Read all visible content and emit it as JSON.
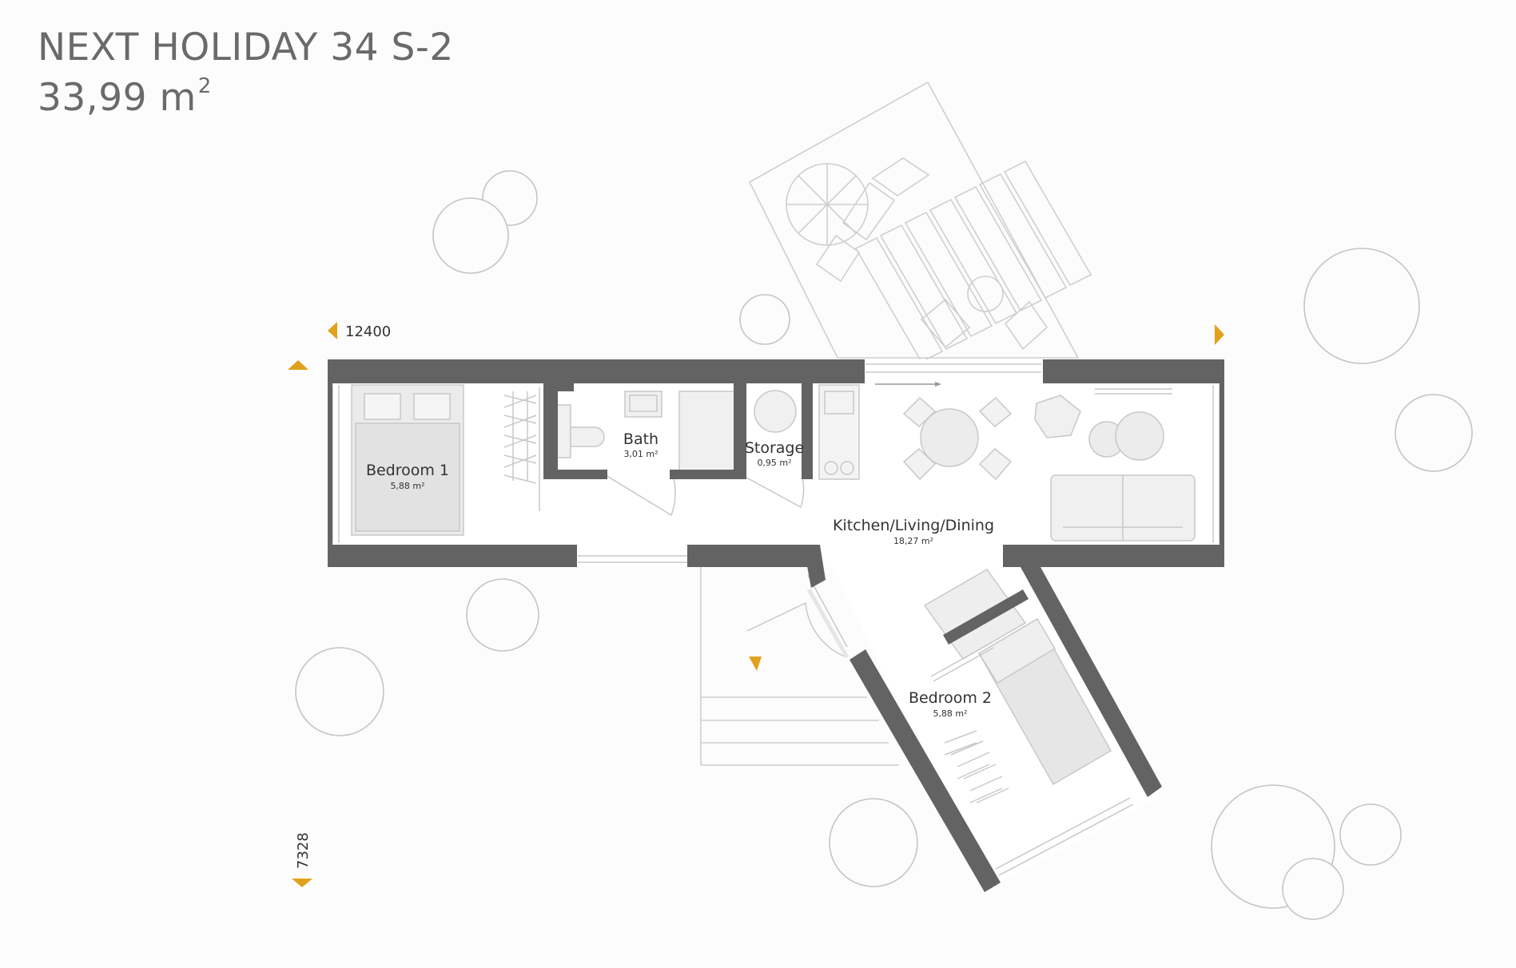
{
  "title": {
    "model": "NEXT HOLIDAY 34 S-2",
    "area_value": "33,99 m",
    "area_sup": "2"
  },
  "rooms": [
    {
      "name": "Bedroom 1",
      "area": "5,88 m²"
    },
    {
      "name": "Bath",
      "area": "3,01 m²"
    },
    {
      "name": "Storage",
      "area": "0,95 m²"
    },
    {
      "name": "Kitchen/Living/Dining",
      "area": "18,27 m²"
    },
    {
      "name": "Bedroom 2",
      "area": "5,88 m²"
    }
  ],
  "dimensions": {
    "width": "12400",
    "depth": "7328"
  },
  "colors": {
    "wall": "#636363",
    "marker": "#e0a21c",
    "line": "#bdbdbd",
    "title": "#6a6a6a"
  }
}
